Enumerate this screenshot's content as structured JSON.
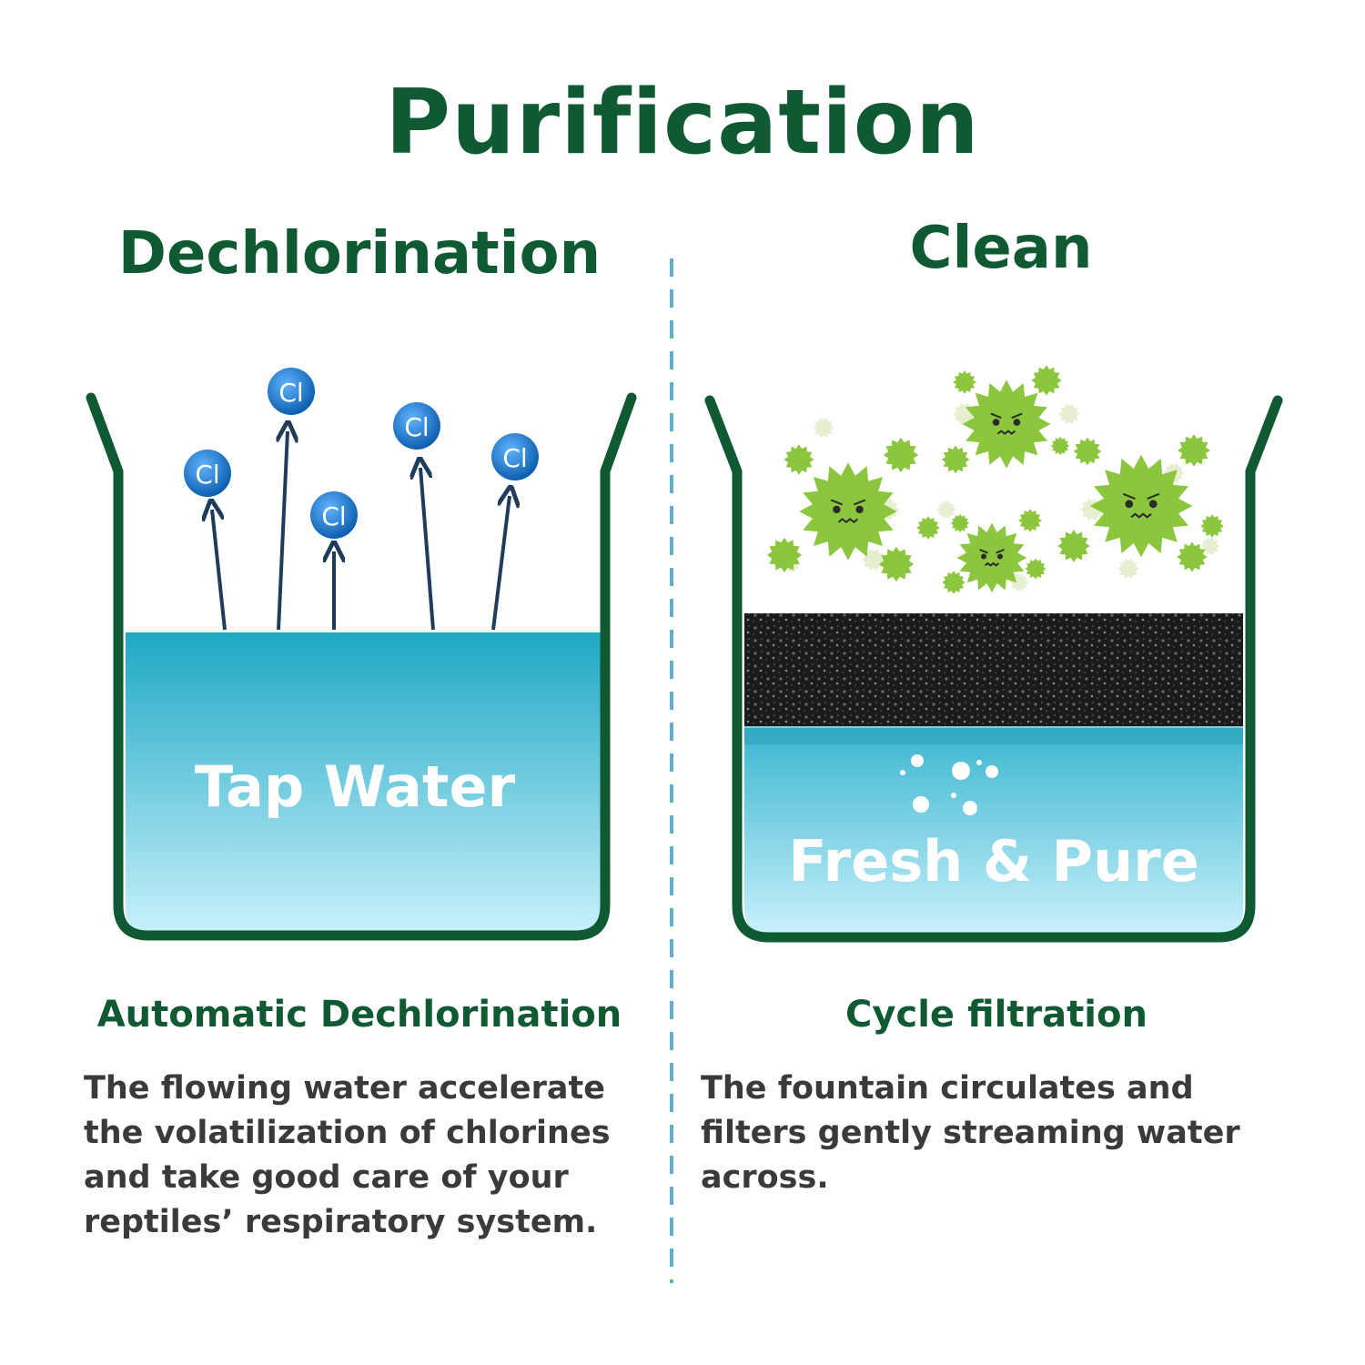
{
  "title": "Purification",
  "left": {
    "heading": "Dechlorination",
    "water_label": "Tap Water",
    "ion_label": "Cl",
    "subheading": "Automatic  Dechlorination",
    "description": "The flowing water accelerate the volatilization of chlorines and take good care of your reptiles’ respiratory system."
  },
  "right": {
    "heading": "Clean",
    "water_label": "Fresh & Pure",
    "subheading": "Cycle filtration",
    "description": "The fountain circulates and filters gently streaming water across."
  },
  "colors": {
    "brand_green": "#0f5a32",
    "water_top": "#1ea8c4",
    "water_bottom": "#c9f1fb",
    "ion_blue": "#1678c9",
    "arrow": "#1f3c5a",
    "germ_green": "#8cc63f",
    "filter_black": "#1a1a1a",
    "divider": "#5fb0c8"
  },
  "icons": [
    "chlorine-ion-icon",
    "up-arrow-icon",
    "germ-icon",
    "filter-sponge-icon",
    "bubble-icon"
  ]
}
